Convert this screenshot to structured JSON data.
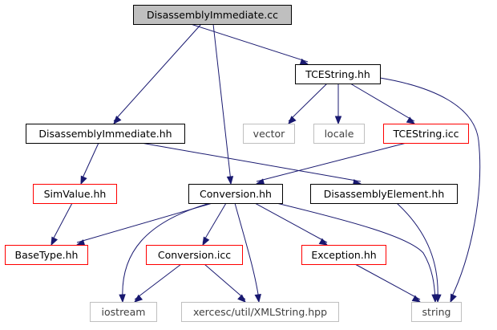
{
  "colors": {
    "edge": "#191970",
    "root_fill": "#bfbfbf",
    "root_border": "#000000",
    "documented_border": "#000000",
    "undocumented_border": "#ff0000",
    "external_border": "#bfbfbf",
    "text": "#000000",
    "external_text": "#404040"
  },
  "nodes": [
    {
      "id": "disassemblyimmediate-cc",
      "label": "DisassemblyImmediate.cc",
      "kind": "root"
    },
    {
      "id": "tcestring-hh",
      "label": "TCEString.hh",
      "kind": "documented"
    },
    {
      "id": "disassemblyimmediate-hh",
      "label": "DisassemblyImmediate.hh",
      "kind": "documented"
    },
    {
      "id": "vector",
      "label": "vector",
      "kind": "external"
    },
    {
      "id": "locale",
      "label": "locale",
      "kind": "external"
    },
    {
      "id": "tcestring-icc",
      "label": "TCEString.icc",
      "kind": "undocumented"
    },
    {
      "id": "simvalue-hh",
      "label": "SimValue.hh",
      "kind": "undocumented"
    },
    {
      "id": "conversion-hh",
      "label": "Conversion.hh",
      "kind": "documented"
    },
    {
      "id": "disassemblyelement-hh",
      "label": "DisassemblyElement.hh",
      "kind": "documented"
    },
    {
      "id": "basetype-hh",
      "label": "BaseType.hh",
      "kind": "undocumented"
    },
    {
      "id": "conversion-icc",
      "label": "Conversion.icc",
      "kind": "undocumented"
    },
    {
      "id": "exception-hh",
      "label": "Exception.hh",
      "kind": "undocumented"
    },
    {
      "id": "iostream",
      "label": "iostream",
      "kind": "external"
    },
    {
      "id": "xmlstring-hpp",
      "label": "xercesc/util/XMLString.hpp",
      "kind": "external"
    },
    {
      "id": "string",
      "label": "string",
      "kind": "external"
    }
  ],
  "edges": [
    {
      "from": "disassemblyimmediate-cc",
      "to": "tcestring-hh"
    },
    {
      "from": "disassemblyimmediate-cc",
      "to": "disassemblyimmediate-hh"
    },
    {
      "from": "disassemblyimmediate-cc",
      "to": "conversion-hh"
    },
    {
      "from": "tcestring-hh",
      "to": "vector"
    },
    {
      "from": "tcestring-hh",
      "to": "locale"
    },
    {
      "from": "tcestring-hh",
      "to": "tcestring-icc"
    },
    {
      "from": "tcestring-hh",
      "to": "string"
    },
    {
      "from": "tcestring-icc",
      "to": "conversion-hh"
    },
    {
      "from": "disassemblyimmediate-hh",
      "to": "simvalue-hh"
    },
    {
      "from": "disassemblyimmediate-hh",
      "to": "disassemblyelement-hh"
    },
    {
      "from": "simvalue-hh",
      "to": "basetype-hh"
    },
    {
      "from": "conversion-hh",
      "to": "basetype-hh"
    },
    {
      "from": "conversion-hh",
      "to": "conversion-icc"
    },
    {
      "from": "conversion-hh",
      "to": "exception-hh"
    },
    {
      "from": "conversion-hh",
      "to": "iostream"
    },
    {
      "from": "conversion-hh",
      "to": "xmlstring-hpp"
    },
    {
      "from": "conversion-hh",
      "to": "string"
    },
    {
      "from": "disassemblyelement-hh",
      "to": "string"
    },
    {
      "from": "conversion-icc",
      "to": "iostream"
    },
    {
      "from": "conversion-icc",
      "to": "xmlstring-hpp"
    },
    {
      "from": "exception-hh",
      "to": "string"
    }
  ]
}
